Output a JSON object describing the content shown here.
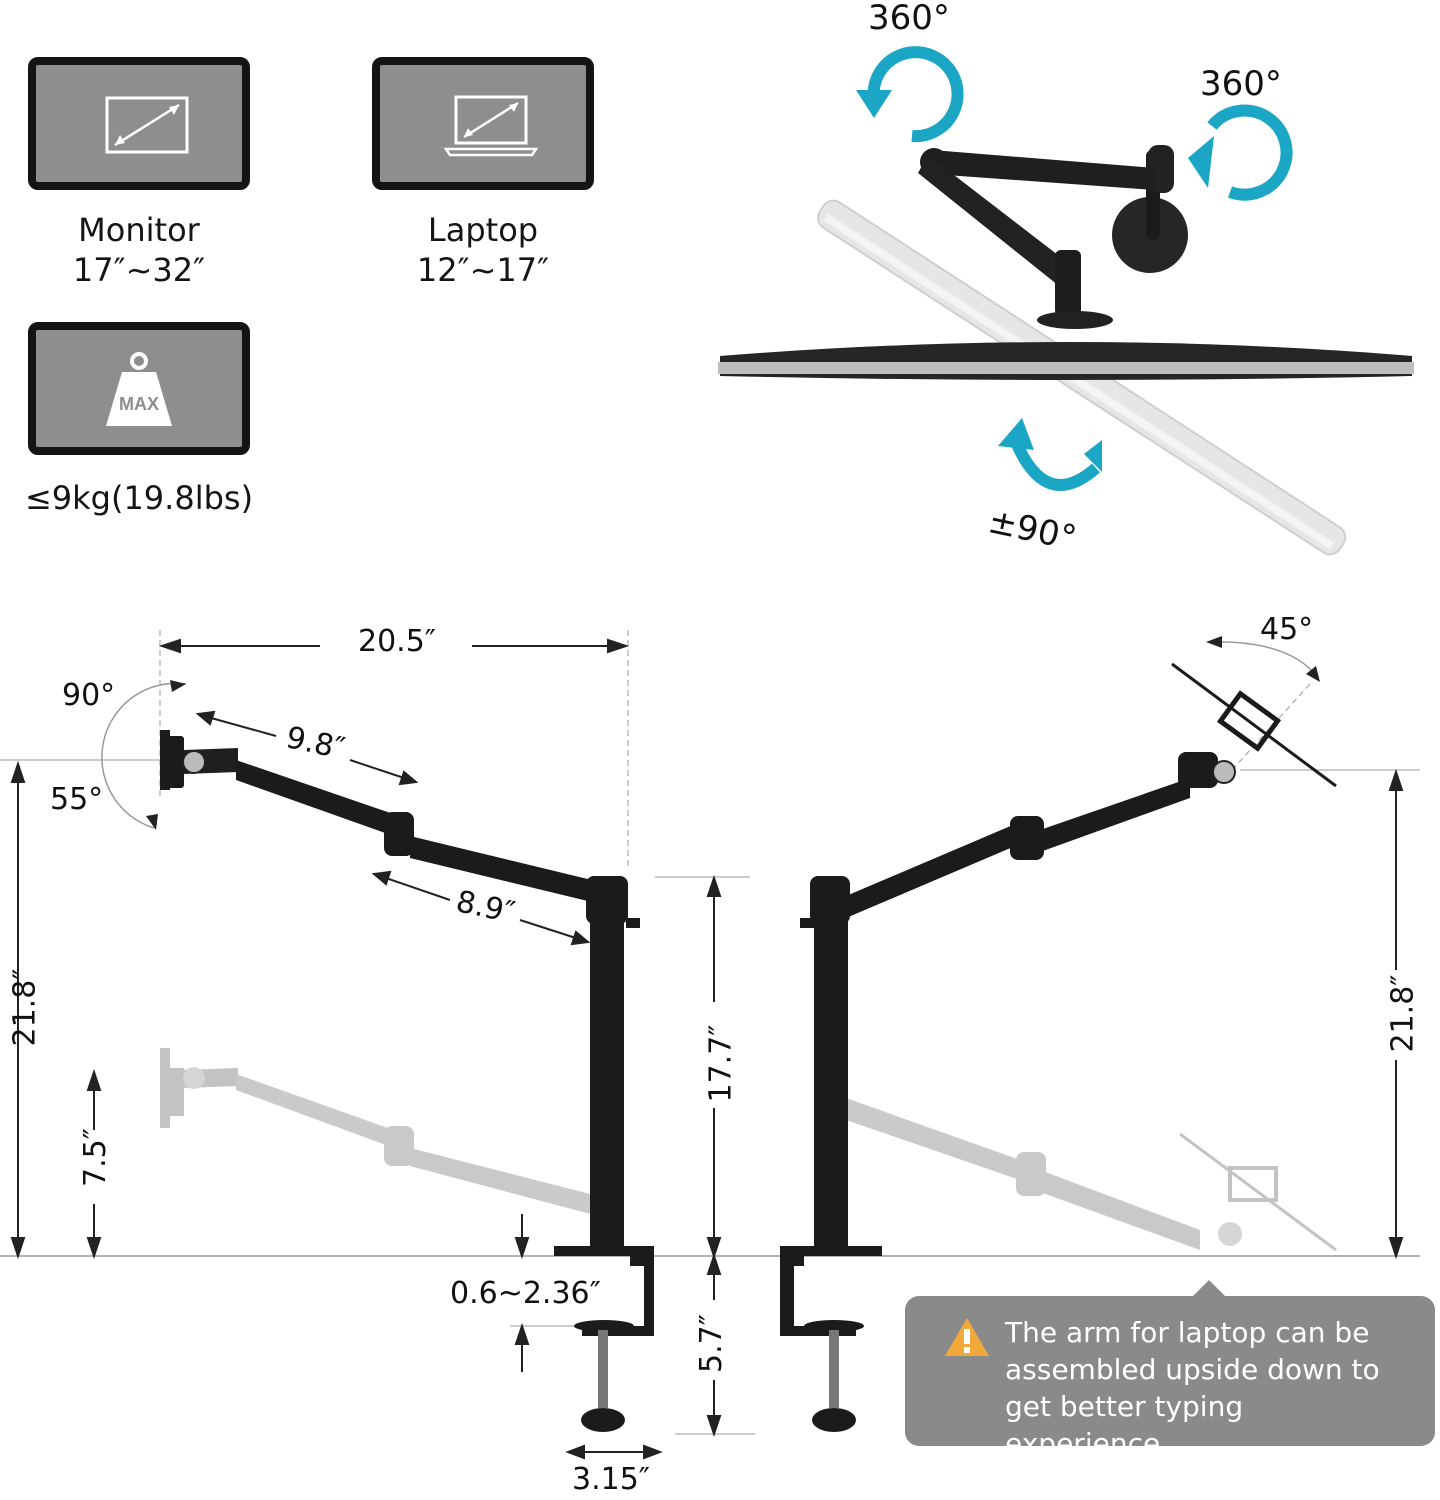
{
  "specs": {
    "monitor": {
      "label": "Monitor",
      "size": "17″~32″",
      "icon": "monitor-diagonal-icon"
    },
    "laptop": {
      "label": "Laptop",
      "size": "12″~17″",
      "icon": "laptop-diagonal-icon"
    },
    "weight": {
      "badge": "MAX",
      "limit": "≤9kg(19.8lbs)",
      "icon": "weight-max-icon"
    }
  },
  "rotation": {
    "swivel_arm": "360°",
    "swivel_mount": "360°",
    "rotate": "±90°"
  },
  "dimensions": {
    "reach": "20.5″",
    "tilt_up": "90°",
    "tilt_down": "55°",
    "upper_arm": "9.8″",
    "lower_arm": "8.9″",
    "max_height_left": "21.8″",
    "min_height": "7.5″",
    "pole_height": "17.7″",
    "clamp_thickness": "0.6~2.36″",
    "clamp_depth": "5.7″",
    "clamp_width": "3.15″",
    "laptop_tilt": "45°",
    "max_height_right": "21.8″"
  },
  "note": {
    "line1": "The arm for laptop can be",
    "line2": "assembled upside down to",
    "line3": "get better typing experience.",
    "icon": "warning-icon"
  },
  "colors": {
    "accent": "#1aa6c4",
    "card": "#8e8e8e",
    "note_bg": "#8a8a8a",
    "warning": "#f2a93b"
  }
}
